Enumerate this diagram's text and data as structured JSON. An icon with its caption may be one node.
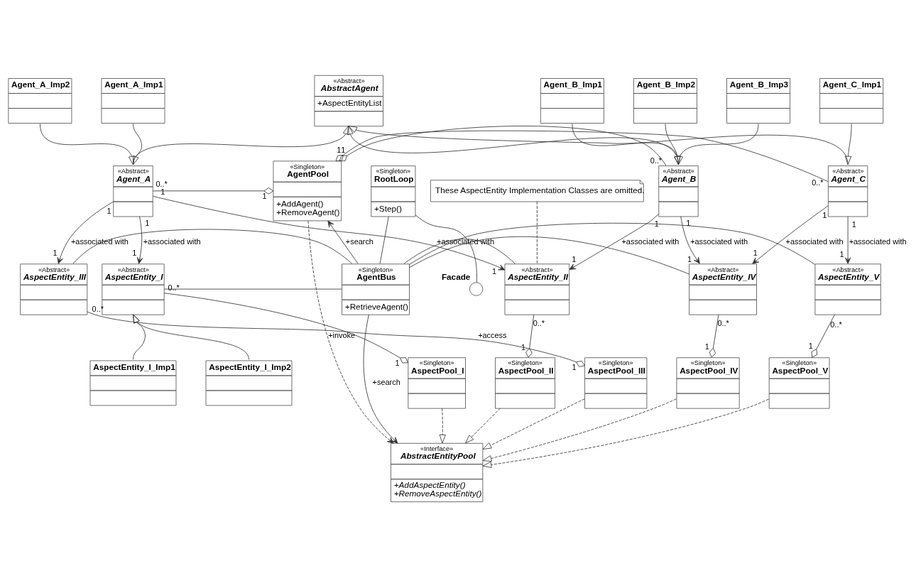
{
  "diagram": {
    "nodes": [
      {
        "text": [
          "Agent_A_Imp1"
        ]
      },
      {
        "text": [
          "Agent_A_Imp2"
        ]
      },
      {
        "text": [
          "«Abstract»",
          "AbstractAgent",
          "+AspectEntityList"
        ]
      },
      {
        "text": [
          "Agent_B_Imp1"
        ]
      },
      {
        "text": [
          "Agent_B_Imp2"
        ]
      },
      {
        "text": [
          "Agent_B_Imp3"
        ]
      },
      {
        "text": [
          "Agent_C_Imp1"
        ]
      },
      {
        "text": [
          "«Abstract»",
          "Agent_A"
        ]
      },
      {
        "text": [
          "«Abstract»",
          "Agent_B"
        ]
      },
      {
        "text": [
          "«Singleton»",
          "AgentPool",
          "+AddAgent()",
          "+RemoveAgent()"
        ]
      },
      {
        "text": [
          "«Abstract»",
          "Agent_C"
        ]
      },
      {
        "text": [
          "These AspectEntity Implementation Classes are omitted."
        ]
      },
      {
        "text": [
          "«Singleton»",
          "RootLoop",
          "+Step()"
        ]
      },
      {
        "text": [
          "«Abstract»",
          "AspectEntity_I"
        ]
      },
      {
        "text": [
          "«Abstract»",
          "AspectEntity_II"
        ]
      },
      {
        "text": [
          "«Abstract»",
          "AspectEntity_III"
        ]
      },
      {
        "text": [
          "«Abstract»",
          "AspectEntity_IV"
        ]
      },
      {
        "text": [
          "«Abstract»",
          "AspectEntity_V"
        ]
      },
      {
        "text": [
          "«Singleton»",
          "AgentBus",
          "+RetrieveAgent()"
        ]
      },
      {
        "text": [],
        "shape": "circle",
        "beside": [
          "Facade"
        ]
      },
      {
        "text": [
          "AspectEntity_I_Imp1"
        ]
      },
      {
        "text": [
          "AspectEntity_I_Imp2"
        ]
      },
      {
        "text": [
          "«Singleton»",
          "AspectPool_I"
        ]
      },
      {
        "text": [
          "«Singleton»",
          "AspectPool_II"
        ]
      },
      {
        "text": [
          "«Singleton»",
          "AspectPool_III"
        ]
      },
      {
        "text": [
          "«Singleton»",
          "AspectPool_IV"
        ]
      },
      {
        "text": [
          "«Singleton»",
          "AspectPool_V"
        ]
      },
      {
        "text": [
          "«Interface»",
          "AbstractEntityPool",
          "+AddAspectEntity()",
          "+RemoveAspectEntity()"
        ]
      }
    ],
    "edges": [
      {
        "from": 0,
        "to": 7,
        "arrow": "to"
      },
      {
        "from": 1,
        "to": 7,
        "arrow": "to"
      },
      {
        "from": 7,
        "to": 2,
        "arrow": "to"
      },
      {
        "from": 8,
        "to": 2,
        "arrow": "to"
      },
      {
        "from": 10,
        "to": 2,
        "arrow": "to"
      },
      {
        "from": 3,
        "to": 8,
        "arrow": "to"
      },
      {
        "from": 4,
        "to": 8,
        "arrow": "to"
      },
      {
        "from": 5,
        "to": 8,
        "arrow": "to"
      },
      {
        "from": 6,
        "to": 10,
        "arrow": "to"
      },
      {
        "from": 9,
        "to": 7,
        "arrow": "other"
      },
      {
        "from": 9,
        "to": 8,
        "arrow": "other"
      },
      {
        "from": 9,
        "to": 10,
        "arrow": "other"
      },
      {
        "from": 7,
        "to": 13,
        "arrow": "to",
        "label": "+associated with"
      },
      {
        "from": 7,
        "to": 14,
        "arrow": "to",
        "label": "+associated with"
      },
      {
        "from": 7,
        "to": 15,
        "arrow": "to",
        "label": "+associated with"
      },
      {
        "from": 8,
        "to": 14,
        "arrow": "to",
        "label": "+associated with"
      },
      {
        "from": 8,
        "to": 16,
        "arrow": "to",
        "label": "+associated with"
      },
      {
        "from": 10,
        "to": 16,
        "arrow": "to",
        "label": "+associated with"
      },
      {
        "from": 10,
        "to": 17,
        "arrow": "to",
        "label": "+associated with"
      },
      {
        "from": 11,
        "to": 14,
        "arrow": "none",
        "style": "dashed"
      },
      {
        "from": 20,
        "to": 13,
        "arrow": "to"
      },
      {
        "from": 21,
        "to": 13,
        "arrow": "to"
      },
      {
        "from": 22,
        "to": 13,
        "arrow": "other"
      },
      {
        "from": 23,
        "to": 14,
        "arrow": "other"
      },
      {
        "from": 24,
        "to": 15,
        "arrow": "other",
        "label": "+access"
      },
      {
        "from": 25,
        "to": 16,
        "arrow": "other"
      },
      {
        "from": 26,
        "to": 17,
        "arrow": "other"
      },
      {
        "from": 18,
        "to": 13,
        "arrow": "none"
      },
      {
        "from": 18,
        "to": 14,
        "arrow": "none"
      },
      {
        "from": 18,
        "to": 15,
        "arrow": "none"
      },
      {
        "from": 18,
        "to": 16,
        "arrow": "none"
      },
      {
        "from": 18,
        "to": 17,
        "arrow": "none"
      },
      {
        "from": 22,
        "to": 27,
        "arrow": "to",
        "style": "dashed"
      },
      {
        "from": 23,
        "to": 27,
        "arrow": "to",
        "style": "dashed"
      },
      {
        "from": 24,
        "to": 27,
        "arrow": "to",
        "style": "dashed"
      },
      {
        "from": 25,
        "to": 27,
        "arrow": "to",
        "style": "dashed"
      },
      {
        "from": 26,
        "to": 27,
        "arrow": "to",
        "style": "dashed"
      },
      {
        "from": 9,
        "to": 27,
        "arrow": "to",
        "style": "dashed",
        "label": "+invoke"
      },
      {
        "from": 18,
        "to": 9,
        "arrow": "to",
        "label": "+search"
      },
      {
        "from": 18,
        "to": 27,
        "arrow": "to",
        "label": "+search"
      },
      {
        "from": 12,
        "to": 18,
        "arrow": "none"
      },
      {
        "from": 12,
        "to": 19,
        "arrow": "none"
      }
    ],
    "labels": [
      "1",
      "0..*",
      "1",
      "0..*",
      "1",
      "0..*",
      "1",
      "1",
      "1",
      "1",
      "1",
      "1",
      "1",
      "1",
      "1",
      "1",
      "1",
      "1",
      "1",
      "1",
      "1",
      "0..*",
      "1",
      "0..*",
      "1",
      "0..*",
      "1",
      "0..*",
      "1",
      "0..*"
    ]
  }
}
